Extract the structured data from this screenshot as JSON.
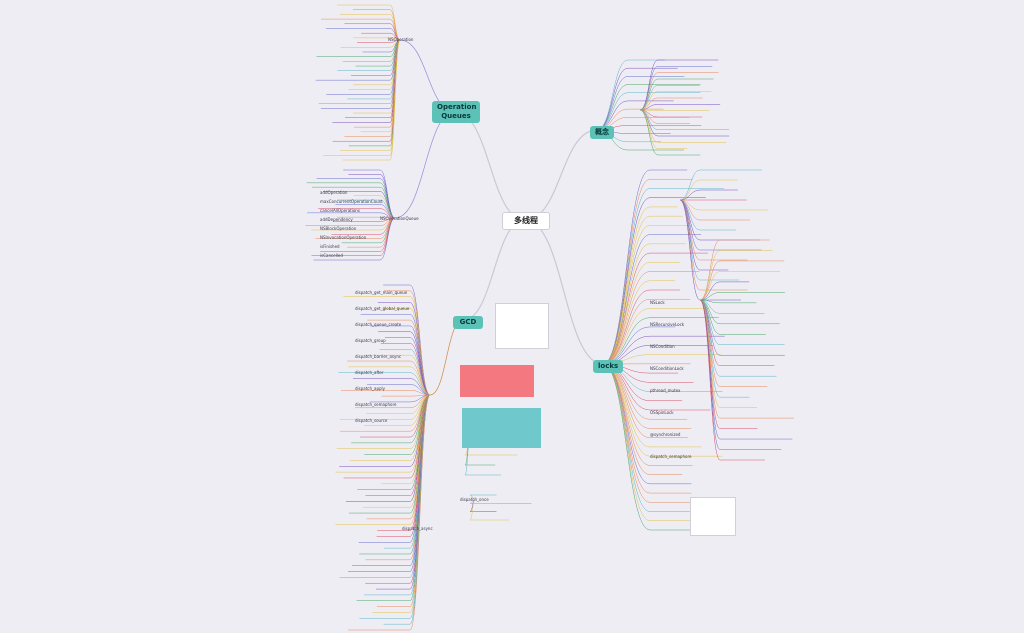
{
  "center_label": "多线程",
  "topics": {
    "op": "Operation\nQueues",
    "gcd": "GCD",
    "concept": "概念",
    "locks": "locks"
  },
  "sections": {
    "nsop": "NSOperation",
    "nsopq": "NSOperationQueue",
    "dispatch_async": "dispatch_async",
    "dispatch_once": "dispatch_once"
  },
  "leaves": [
    "dispatch_get_main_queue",
    "dispatch_get_global_queue",
    "dispatch_queue_create",
    "dispatch_group",
    "dispatch_barrier_async",
    "dispatch_after",
    "dispatch_apply",
    "dispatch_semaphore",
    "dispatch_source",
    "NSLock",
    "NSRecursiveLock",
    "NSCondition",
    "NSConditionLock",
    "pthread_mutex",
    "OSSpinLock",
    "@synchronized",
    "dispatch_semaphore",
    "addOperation",
    "maxConcurrentOperationCount",
    "cancelAllOperations",
    "addDependency",
    "NSBlockOperation",
    "NSInvocationOperation",
    "isFinished",
    "isCancelled"
  ]
}
